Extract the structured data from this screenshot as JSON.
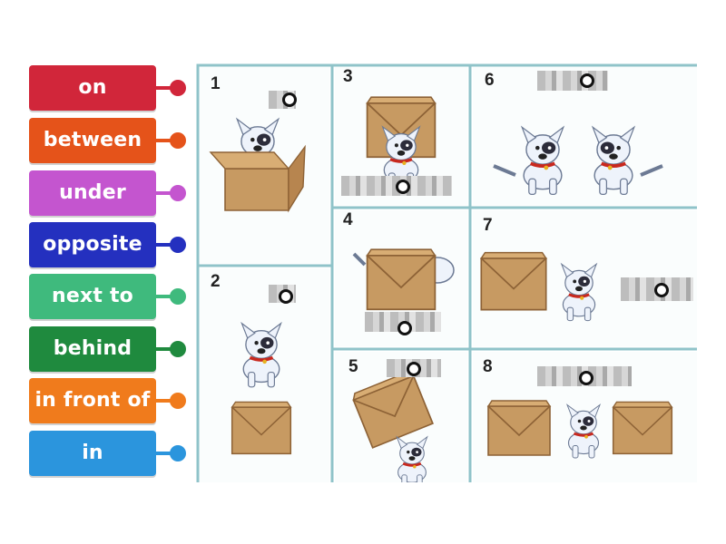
{
  "tiles": [
    {
      "label": "on",
      "color": "#d1263a"
    },
    {
      "label": "between",
      "color": "#e5531a"
    },
    {
      "label": "under",
      "color": "#c455cf"
    },
    {
      "label": "opposite",
      "color": "#2430bf"
    },
    {
      "label": "next to",
      "color": "#3fba7d"
    },
    {
      "label": "behind",
      "color": "#1f8a3e"
    },
    {
      "label": "in front of",
      "color": "#f07b1c"
    },
    {
      "label": "in",
      "color": "#2b95dd"
    }
  ],
  "panels": [
    {
      "number": "1"
    },
    {
      "number": "2"
    },
    {
      "number": "3"
    },
    {
      "number": "4"
    },
    {
      "number": "5"
    },
    {
      "number": "6"
    },
    {
      "number": "7"
    },
    {
      "number": "8"
    }
  ],
  "colors": {
    "panel_border": "#8fc3c9",
    "box": "#c79a62",
    "box_dark": "#8d6236",
    "dog": "#eef3fb",
    "collar": "#c8281e"
  }
}
